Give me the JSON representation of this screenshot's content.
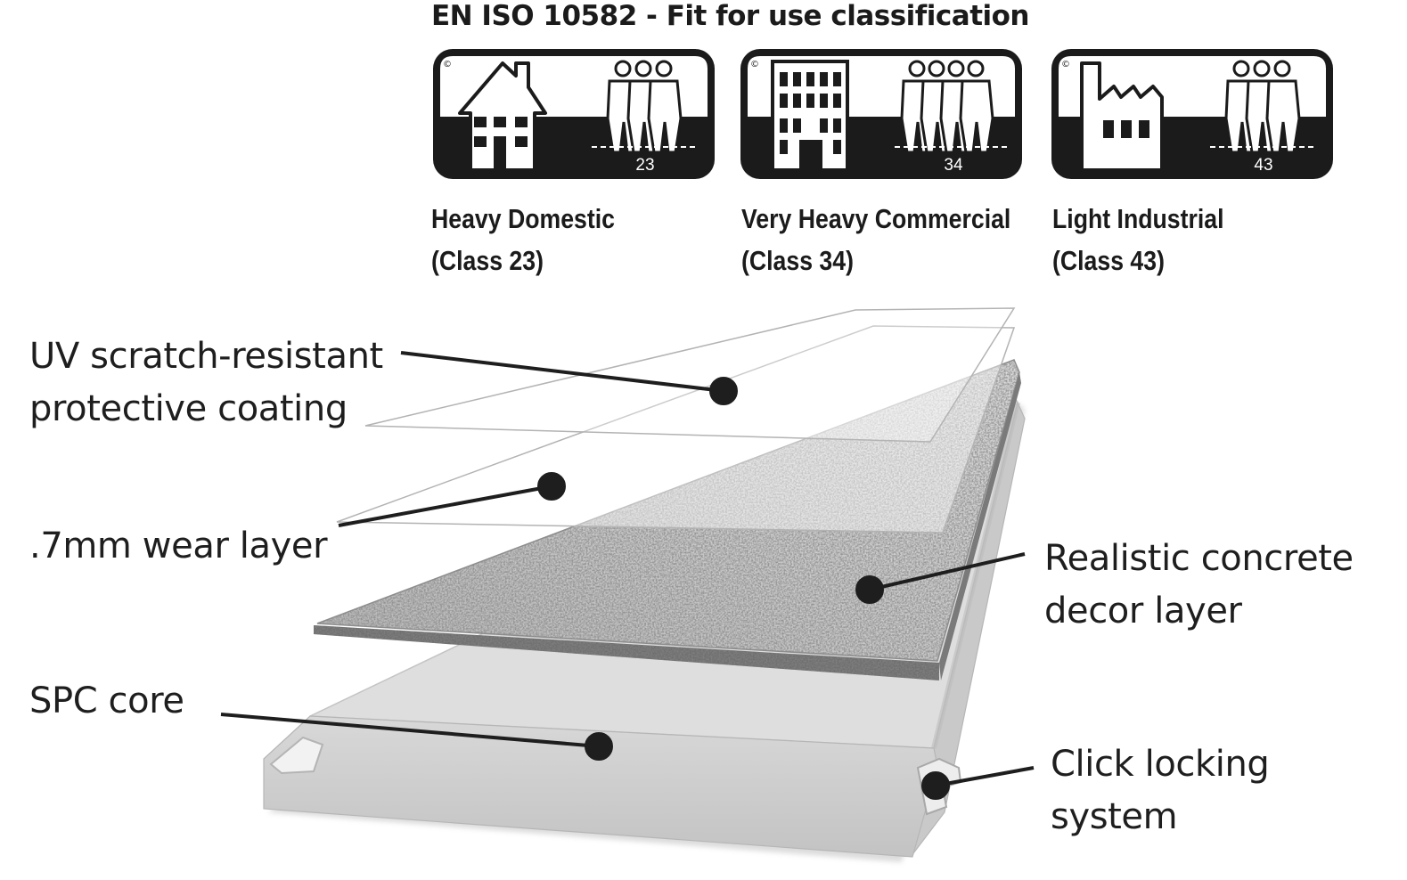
{
  "header": {
    "title": "EN ISO 10582 - Fit for use classification"
  },
  "classes": [
    {
      "icon": "house-icon",
      "people_icon": "three-people-icon",
      "number": "23",
      "name": "Heavy Domestic",
      "class_label": "(Class 23)"
    },
    {
      "icon": "office-building-icon",
      "people_icon": "four-people-icon",
      "number": "34",
      "name": "Very Heavy Commercial",
      "class_label": "(Class 34)"
    },
    {
      "icon": "factory-icon",
      "people_icon": "three-people-icon",
      "number": "43",
      "name": "Light Industrial",
      "class_label": "(Class 43)"
    }
  ],
  "layers": {
    "uv": {
      "line1": "UV scratch-resistant",
      "line2": "protective coating"
    },
    "wear": {
      "line1": ".7mm wear layer"
    },
    "decor": {
      "line1": "Realistic concrete",
      "line2": "decor layer"
    },
    "core": {
      "line1": "SPC core"
    },
    "click": {
      "line1": "Click locking",
      "line2": "system"
    }
  },
  "colors": {
    "ink": "#1b1b1b",
    "core": "#d6d6d6",
    "decor": "#bdbdbd",
    "film": "#b5b5b5"
  }
}
